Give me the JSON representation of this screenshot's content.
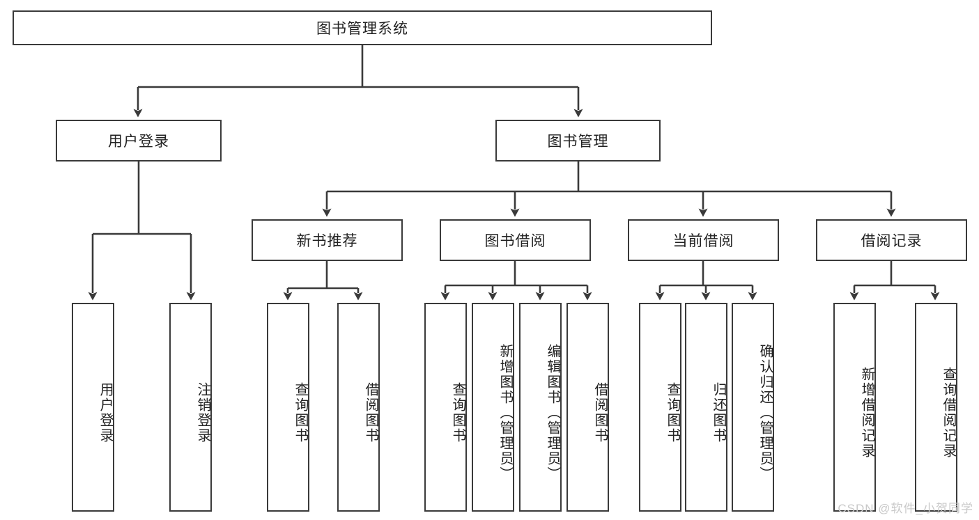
{
  "diagram": {
    "title": "图书管理系统",
    "type": "hierarchy-tree",
    "root": {
      "label": "图书管理系统"
    },
    "level2": [
      {
        "label": "用户登录"
      },
      {
        "label": "图书管理"
      }
    ],
    "level3": [
      {
        "label": "新书推荐"
      },
      {
        "label": "图书借阅"
      },
      {
        "label": "当前借阅"
      },
      {
        "label": "借阅记录"
      }
    ],
    "leaves": [
      {
        "label": "用户登录",
        "parent": "用户登录"
      },
      {
        "label": "注销登录",
        "parent": "用户登录"
      },
      {
        "label": "查询图书",
        "parent": "新书推荐"
      },
      {
        "label": "借阅图书",
        "parent": "新书推荐"
      },
      {
        "label": "查询图书",
        "parent": "图书借阅"
      },
      {
        "label": "新增图书（管理员）",
        "parent": "图书借阅"
      },
      {
        "label": "编辑图书（管理员）",
        "parent": "图书借阅"
      },
      {
        "label": "借阅图书",
        "parent": "图书借阅"
      },
      {
        "label": "查询图书",
        "parent": "当前借阅"
      },
      {
        "label": "归还图书",
        "parent": "当前借阅"
      },
      {
        "label": "确认归还（管理员）",
        "parent": "当前借阅"
      },
      {
        "label": "新增借阅记录",
        "parent": "借阅记录"
      },
      {
        "label": "查询借阅记录",
        "parent": "借阅记录"
      }
    ]
  },
  "watermark": {
    "text": "CSDN @软件_小贺同学"
  },
  "colors": {
    "stroke": "#3a3a3a",
    "fill": "#ffffff",
    "text": "#222222",
    "watermark": "#c9c9c9"
  }
}
